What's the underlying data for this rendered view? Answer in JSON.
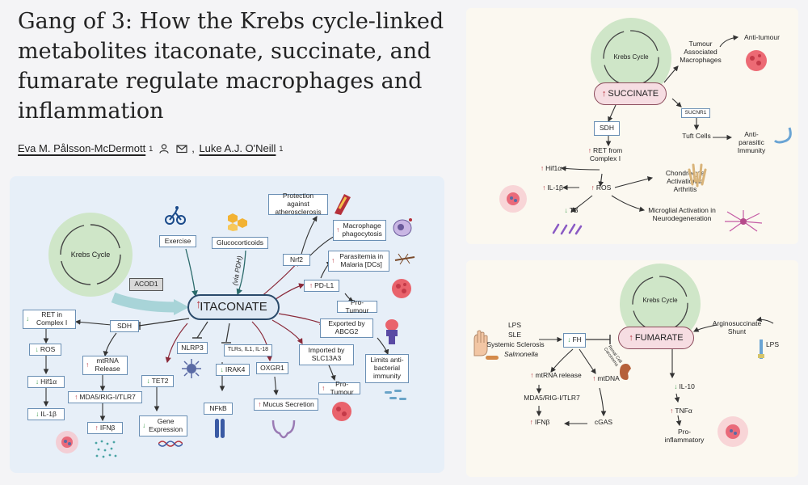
{
  "title": "Gang of 3: How the Krebs cycle-linked metabolites itaconate, succinate, and fumarate regulate macrophages and inflammation",
  "authors": [
    {
      "name": "Eva M. Pålsson-McDermott",
      "sup": "1"
    },
    {
      "name": "Luke A.J. O'Neill",
      "sup": "1"
    }
  ],
  "icons": [
    "person-icon",
    "envelope-icon"
  ],
  "colors": {
    "up_arrow": "#b5303a",
    "down_arrow": "#3a9a4a",
    "itaconate_panel": "#e7eff8",
    "side_panels": "#fbf8f0"
  },
  "itaconate_panel": {
    "krebs": "Krebs Cycle",
    "acod1": "ACOD1",
    "center": "ITACONATE",
    "exercise": "Exercise",
    "gluco": "Glucocorticoids",
    "via_pdh": "(via PDH)",
    "protection": "Protection against atherosclerosis",
    "nrf2": "Nrf2",
    "macrophage": "Macrophage phagocytosis",
    "parasitemia": "Parasitemia in Malaria [DCs]",
    "pdl1": "PD-L1",
    "pro_tumour": "Pro-Tumour",
    "abcg2": "Exported by ABCG2",
    "limits": "Limits anti-bacterial immunity",
    "slc13a3": "Imported by SLC13A3",
    "pro_tumour2": "Pro-Tumour",
    "oxgr1": "OXGR1",
    "mucus": "Mucus Secretion",
    "tlrs": "TLRs, IL1, IL-18",
    "irak4": "IRAK4",
    "nfkb": "NFkB",
    "nlrp3": "NLRP3",
    "tet2": "TET2",
    "gene": "Gene Expression",
    "sdh": "SDH",
    "mtrna": "mtRNA Release",
    "mda5": "MDA5/RIG-I/TLR7",
    "ifnb": "IFNβ",
    "ret": "RET in Complex I",
    "ros": "ROS",
    "hif1a": "Hif1α",
    "il1b": "IL-1β"
  },
  "succinate_panel": {
    "krebs": "Krebs Cycle",
    "center": "SUCCINATE",
    "tam": "Tumour Associated Macrophages",
    "anti_tumour": "Anti-tumour",
    "sucnr1": "SUCNR1",
    "tuft": "Tuft Cells",
    "anti_parasitic": "Anti-parasitic Immunity",
    "sdh": "SDH",
    "ret": "RET from Complex I",
    "hif1a": "Hif1α",
    "il1b": "IL-1β",
    "ros": "ROS",
    "tb": "TB",
    "chondro": "Chondrocyte Activation in Arthritis",
    "microglial": "Microglial Activation in Neurodegeneration"
  },
  "fumarate_panel": {
    "krebs": "Krebs Cycle",
    "center": "FUMARATE",
    "diseases": [
      "LPS",
      "SLE",
      "Systemic Sclerosis",
      "Salmonella"
    ],
    "fh": "FH",
    "renal": "Renal Cell Carcinoma",
    "argino": "Arginosuccinate Shunt",
    "lps": "LPS",
    "mtrna": "mtRNA release",
    "mtdna": "mtDNA",
    "mda5": "MDA5/RIG-I/TLR7",
    "cgas": "cGAS",
    "ifnb": "IFNβ",
    "il10": "IL-10",
    "tnfa": "TNFα",
    "pro_inf": "Pro-inflammatory"
  }
}
